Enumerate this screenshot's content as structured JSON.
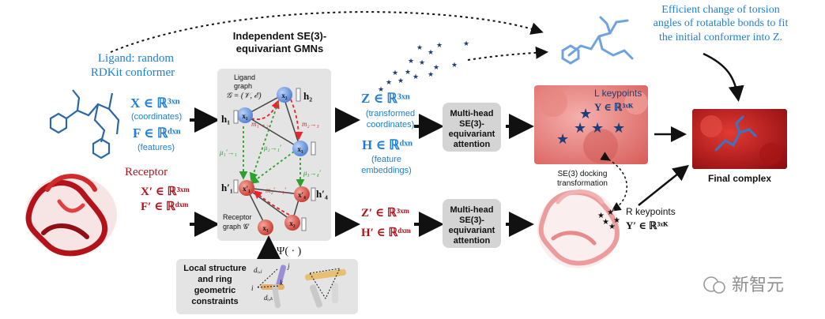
{
  "colors": {
    "ligand_blue": "#1f7fd6",
    "receptor_red": "#b3121b",
    "text_dark": "#111111",
    "panel_gray": "#e4e4e4",
    "attention_box": "#d4d4d4",
    "node_blue": "#6f9fe6",
    "node_red": "#e05a4e",
    "edge_green": "#2ea02e",
    "edge_red": "#e8242a",
    "star_navy": "#1c3d78"
  },
  "ligand": {
    "title_line1": "Ligand: random",
    "title_line2": "RDKit conformer",
    "x_symbol": "X ∈ ℝ³ˣⁿ",
    "x_caption": "(coordinates)",
    "f_symbol": "F ∈ ℝᵈˣⁿ",
    "f_caption": "(features)"
  },
  "receptor": {
    "title": "Receptor",
    "x_symbol": "X′ ∈ ℝ³ˣᵐ",
    "f_symbol": "F′ ∈ ℝᵈˣᵐ"
  },
  "gmn": {
    "title_line1": "Independent SE(3)-",
    "title_line2": "equivariant GMNs",
    "ligand_graph_line1": "Ligand",
    "ligand_graph_line2": "graph",
    "ligand_graph_math": "𝒢 = (𝒱, ℰ)",
    "receptor_graph_line1": "Receptor",
    "receptor_graph_line2": "graph 𝒢′",
    "nodes": {
      "x1": "x₁",
      "x2": "x₂",
      "x3": "x₃",
      "rx1": "x′₁",
      "rx2": "x₂",
      "rx3": "x₃",
      "rx4": "x′₄"
    },
    "h_labels": {
      "h1": "h₁",
      "h2": "h₂",
      "rh1": "h′₁",
      "rh4": "h′₄"
    },
    "messages": {
      "m12": "m₁→₂",
      "m23": "m₂→₃",
      "mu11": "μ₁′→₁",
      "mu21": "μ₂→₁′",
      "mu34": "μ₃→₄′",
      "m211": "m₂′→₁′"
    }
  },
  "psi": "Ψ( · )",
  "local_box": {
    "line1": "Local structure",
    "line2": "and ring",
    "line3": "geometric",
    "line4": "constraints",
    "labels": {
      "dij": "dᵢ,ⱼ",
      "dik": "dᵢ,ₖ",
      "i": "i",
      "j": "j",
      "k": "k"
    }
  },
  "ligand_out": {
    "z_symbol": "Z ∈ ℝ³ˣⁿ",
    "z_caption_line1": "(transformed",
    "z_caption_line2": "coordinates)",
    "h_symbol": "H ∈ ℝᵈˣⁿ",
    "h_caption_line1": "(feature",
    "h_caption_line2": "embeddings)"
  },
  "receptor_out": {
    "z_symbol": "Z′ ∈ ℝ³ˣᵐ",
    "h_symbol": "H′ ∈ ℝᵈˣᵐ"
  },
  "attention": {
    "line1": "Multi-head",
    "line2": "SE(3)-",
    "line3": "equivariant",
    "line4": "attention"
  },
  "keypoints": {
    "l_title": "L keypoints",
    "l_symbol": "Y ∈ ℝ³ˣᴷ",
    "r_title": "R keypoints",
    "r_symbol": "Y′ ∈ ℝ³ˣᴷ"
  },
  "docking": {
    "line1": "SE(3) docking",
    "line2": "transformation"
  },
  "torsion": {
    "line1": "Efficient change of torsion",
    "line2": "angles of rotatable bonds to fit",
    "line3": "the initial conformer into Z."
  },
  "final": "Final complex",
  "watermark": "新智元"
}
